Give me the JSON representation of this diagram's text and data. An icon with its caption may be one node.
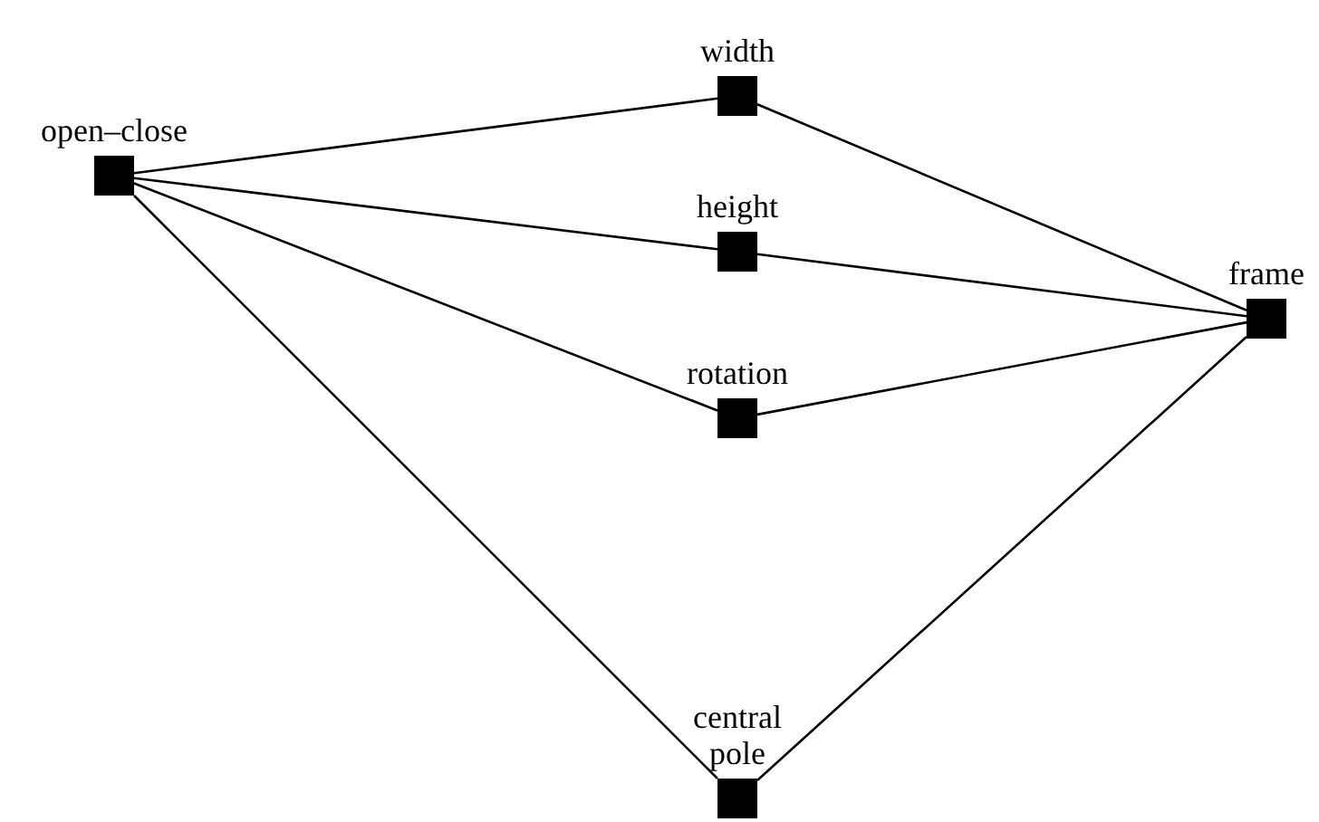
{
  "diagram": {
    "nodes": [
      {
        "text": [
          "open–close"
        ]
      },
      {
        "text": [
          "width"
        ]
      },
      {
        "text": [
          "height"
        ]
      },
      {
        "text": [
          "rotation"
        ]
      },
      {
        "text": [
          "central pole"
        ]
      },
      {
        "text": [
          "frame"
        ]
      }
    ],
    "edges": [
      {
        "from": 0,
        "to": 1,
        "arrow": "none"
      },
      {
        "from": 0,
        "to": 2,
        "arrow": "none"
      },
      {
        "from": 0,
        "to": 3,
        "arrow": "none"
      },
      {
        "from": 0,
        "to": 4,
        "arrow": "none"
      },
      {
        "from": 1,
        "to": 5,
        "arrow": "none"
      },
      {
        "from": 2,
        "to": 5,
        "arrow": "none"
      },
      {
        "from": 3,
        "to": 5,
        "arrow": "none"
      },
      {
        "from": 4,
        "to": 5,
        "arrow": "none"
      }
    ]
  }
}
